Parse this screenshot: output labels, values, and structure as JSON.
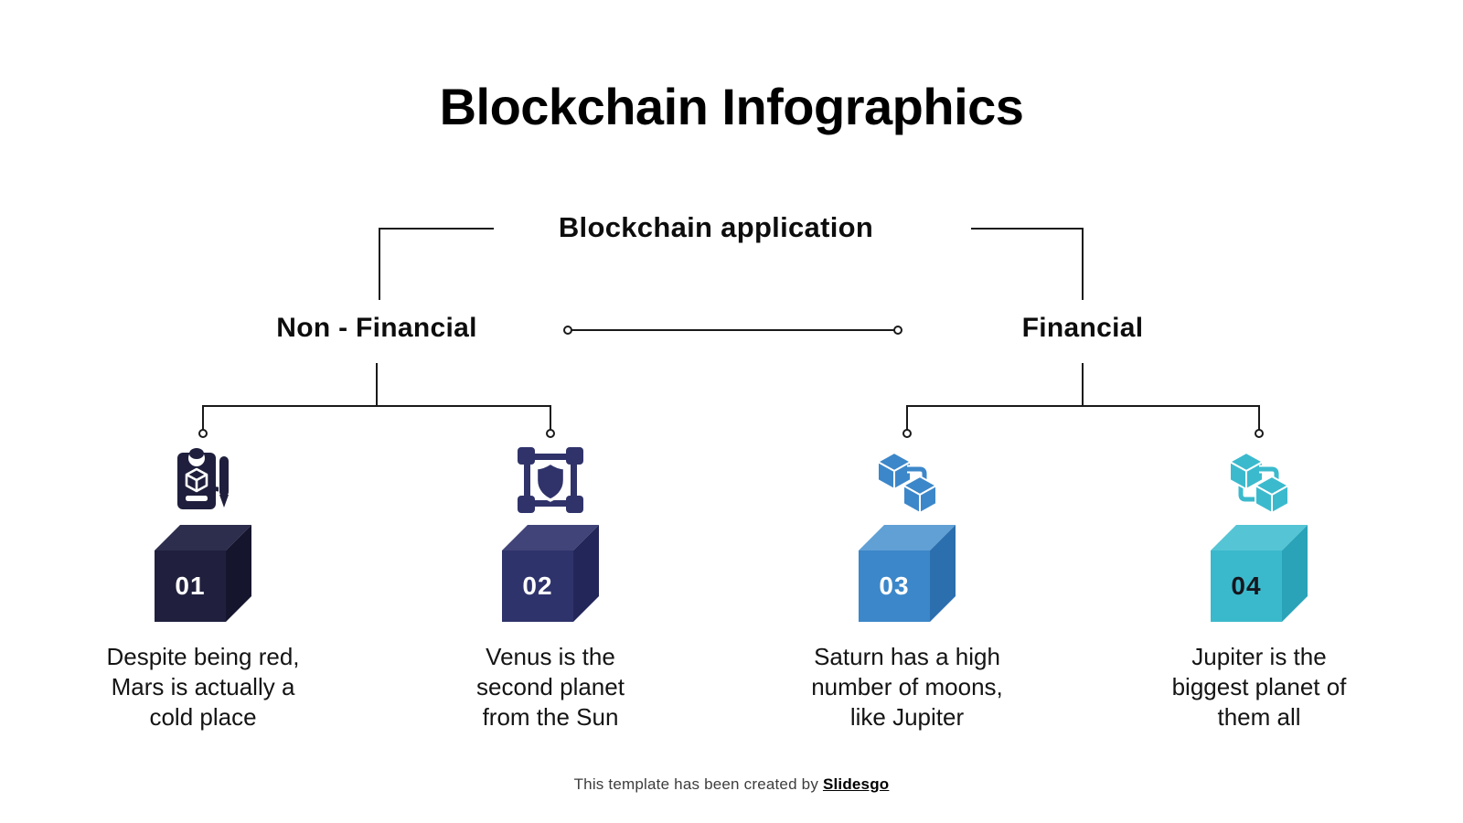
{
  "title": "Blockchain Infographics",
  "tree": {
    "root_label": "Blockchain application",
    "branches": [
      {
        "label": "Non - Financial"
      },
      {
        "label": "Financial"
      }
    ]
  },
  "items": [
    {
      "number": "01",
      "icon": "clipboard-pen-icon",
      "branch": "Non - Financial",
      "lines": [
        "Despite being red,",
        "Mars is actually a",
        "cold place"
      ],
      "colors": {
        "icon": "#1f1f3d",
        "cube_top": "#2d2d4d",
        "cube_front": "#20203e",
        "cube_right": "#15152e",
        "number": "#ffffff"
      }
    },
    {
      "number": "02",
      "icon": "network-shield-icon",
      "branch": "Non - Financial",
      "lines": [
        "Venus is the",
        "second planet",
        "from the Sun"
      ],
      "colors": {
        "icon": "#30336a",
        "cube_top": "#404478",
        "cube_front": "#2f336b",
        "cube_right": "#232659",
        "number": "#ffffff"
      }
    },
    {
      "number": "03",
      "icon": "linked-cubes-icon",
      "branch": "Financial",
      "lines": [
        "Saturn has a high",
        "number of moons,",
        "like Jupiter"
      ],
      "colors": {
        "icon": "#3c87c9",
        "cube_top": "#60a0d5",
        "cube_front": "#3c87c9",
        "cube_right": "#2c6fae",
        "number": "#ffffff"
      }
    },
    {
      "number": "04",
      "icon": "linked-cubes-icon",
      "branch": "Financial",
      "lines": [
        "Jupiter is the",
        "biggest planet of",
        "them all"
      ],
      "colors": {
        "icon": "#3bbacd",
        "cube_top": "#55c5d5",
        "cube_front": "#3bb9cc",
        "cube_right": "#2aa3b8",
        "number": "#16161e"
      }
    }
  ],
  "footer": {
    "text": "This template has been created by ",
    "brand": "Slidesgo"
  },
  "line_color": "#1a1a1a"
}
